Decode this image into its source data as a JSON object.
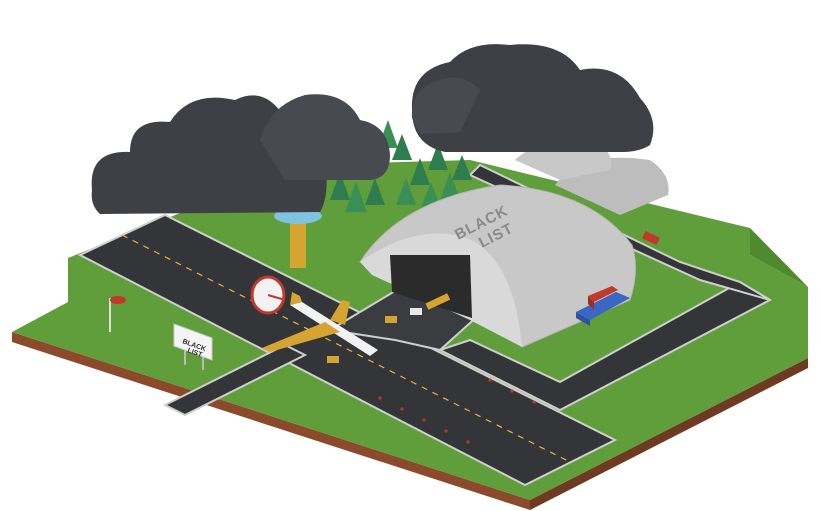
{
  "scene": {
    "hangar_label_line1": "BLACK",
    "hangar_label_line2": "LIST",
    "sign_label_line1": "BLACK",
    "sign_label_line2": "LIST"
  },
  "colors": {
    "grass": "#5f9e3a",
    "soil": "#8b4a2b",
    "asphalt": "#333538",
    "cloud": "#3e4046",
    "hangar": "#c8c8c8",
    "tree": "#2f7d4f",
    "plane_wing": "#d6a531",
    "container_red": "#c0392b",
    "container_blue": "#3a66c4"
  }
}
